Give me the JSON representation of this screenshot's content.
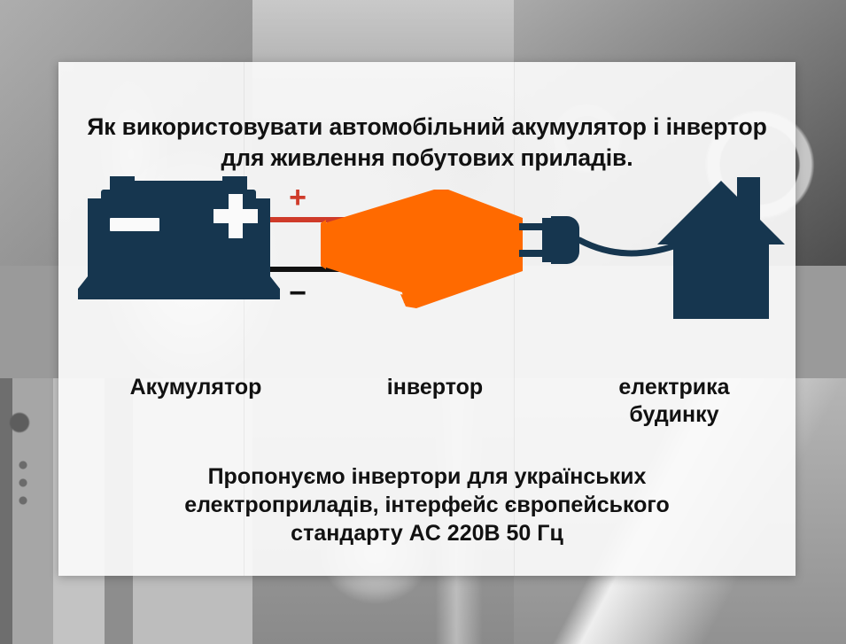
{
  "slide": {
    "title_lines": [
      "Як використовувати автомобільний акумулятор і інвертор",
      "для живлення побутових приладів."
    ],
    "footer_lines": [
      "Пропонуємо інвертори для українських",
      "електроприладів, інтерфейс європейського",
      "стандарту  AC 220В  50 Гц"
    ]
  },
  "diagram": {
    "captions": {
      "battery": "Акумулятор",
      "inverter": "інвертор",
      "house_line1": "електрика",
      "house_line2": "будинку"
    },
    "terminals": {
      "positive": "+",
      "negative": "−",
      "battery_plus": "+",
      "battery_minus": "−"
    },
    "icons": {
      "battery": "car-battery-icon",
      "inverter": "power-inverter-icon",
      "plug": "power-plug-icon",
      "house": "house-icon"
    }
  },
  "colors": {
    "navy": "#16364f",
    "orange": "#ff6a00",
    "positive_wire": "#cf3b2a",
    "negative_wire": "#111111",
    "card": "#fafafa",
    "text": "#111111"
  }
}
